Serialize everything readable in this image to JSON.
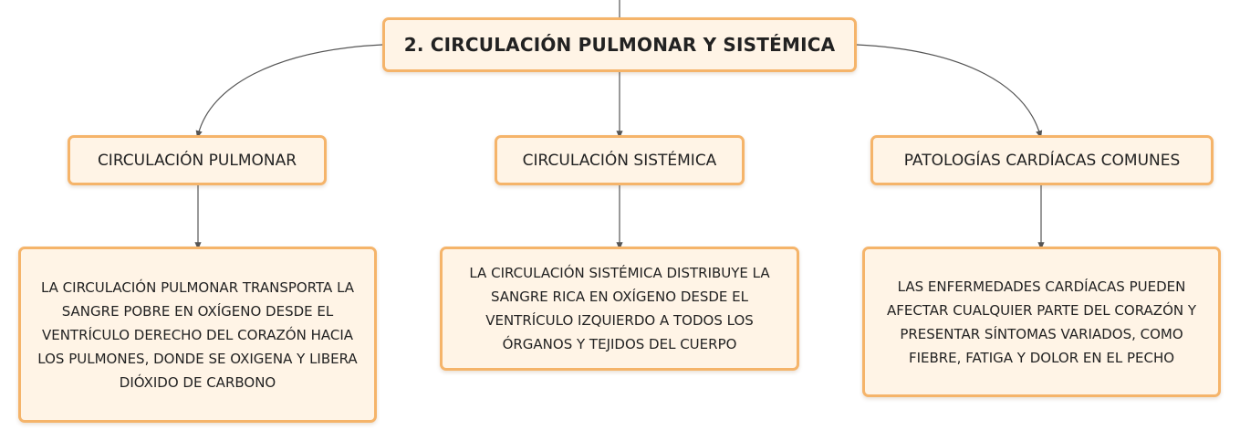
{
  "diagram": {
    "root": {
      "label": "2. CIRCULACIÓN PULMONAR Y SISTÉMICA"
    },
    "branches": [
      {
        "id": "pulmonar",
        "label": "CIRCULACIÓN PULMONAR",
        "detail": "LA CIRCULACIÓN PULMONAR TRANSPORTA LA SANGRE POBRE EN OXÍGENO DESDE EL VENTRÍCULO DERECHO DEL CORAZÓN HACIA LOS PULMONES, DONDE SE OXIGENA Y LIBERA DIÓXIDO DE CARBONO"
      },
      {
        "id": "sistemica",
        "label": "CIRCULACIÓN SISTÉMICA",
        "detail": "LA CIRCULACIÓN SISTÉMICA DISTRIBUYE LA SANGRE RICA EN OXÍGENO DESDE EL VENTRÍCULO IZQUIERDO A TODOS LOS ÓRGANOS Y TEJIDOS DEL CUERPO"
      },
      {
        "id": "patologias",
        "label": "PATOLOGÍAS CARDÍACAS COMUNES",
        "detail": "LAS ENFERMEDADES CARDÍACAS PUEDEN AFECTAR CUALQUIER PARTE DEL CORAZÓN Y PRESENTAR SÍNTOMAS VARIADOS, COMO FIEBRE, FATIGA Y DOLOR EN EL PECHO"
      }
    ]
  },
  "colors": {
    "node_fill": "#fff4e6",
    "node_border": "#f5b46a",
    "connector": "#555555",
    "text": "#222222"
  }
}
